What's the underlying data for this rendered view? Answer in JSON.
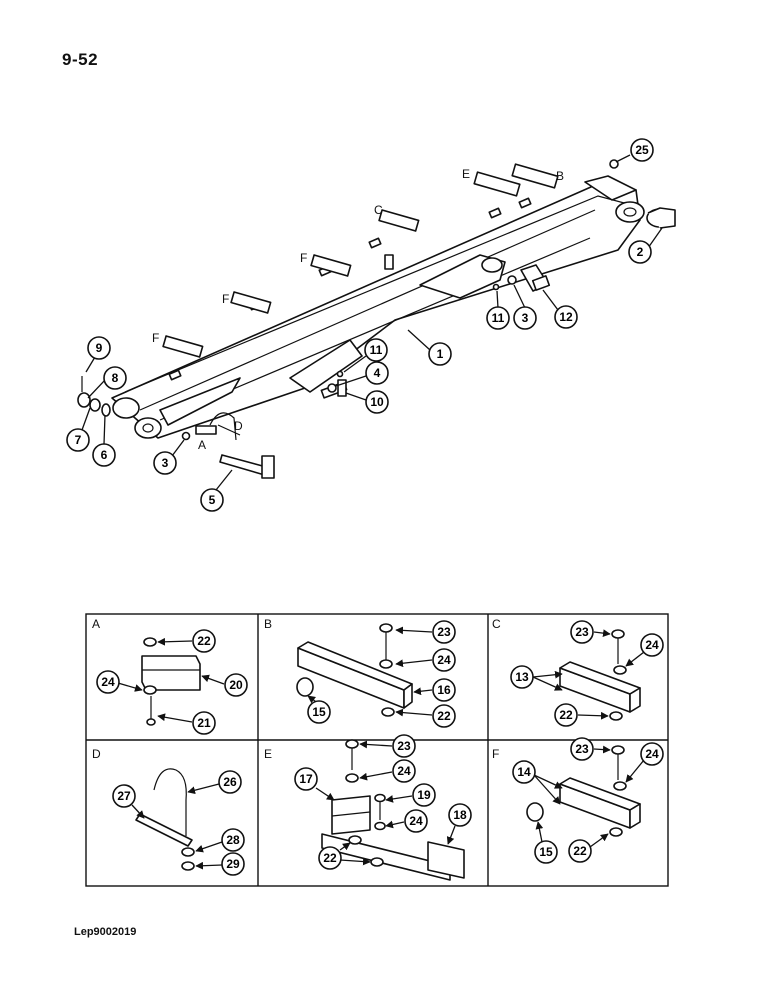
{
  "page": {
    "number": "9-52",
    "document_code": "Lep9002019"
  },
  "main_callouts": [
    "25",
    "2",
    "12",
    "3",
    "11",
    "1",
    "11",
    "4",
    "10",
    "9",
    "8",
    "7",
    "6",
    "3",
    "5"
  ],
  "main_letters": [
    "E",
    "B",
    "C",
    "F",
    "F",
    "F",
    "A",
    "D"
  ],
  "panels": [
    {
      "letter": "A",
      "callouts": [
        "22",
        "20",
        "24",
        "21"
      ]
    },
    {
      "letter": "B",
      "callouts": [
        "23",
        "24",
        "16",
        "15",
        "22"
      ]
    },
    {
      "letter": "C",
      "callouts": [
        "23",
        "24",
        "13",
        "22"
      ]
    },
    {
      "letter": "D",
      "callouts": [
        "26",
        "27",
        "28",
        "29"
      ]
    },
    {
      "letter": "E",
      "callouts": [
        "23",
        "24",
        "17",
        "19",
        "24",
        "18",
        "22"
      ]
    },
    {
      "letter": "F",
      "callouts": [
        "23",
        "24",
        "14",
        "15",
        "22"
      ]
    }
  ]
}
